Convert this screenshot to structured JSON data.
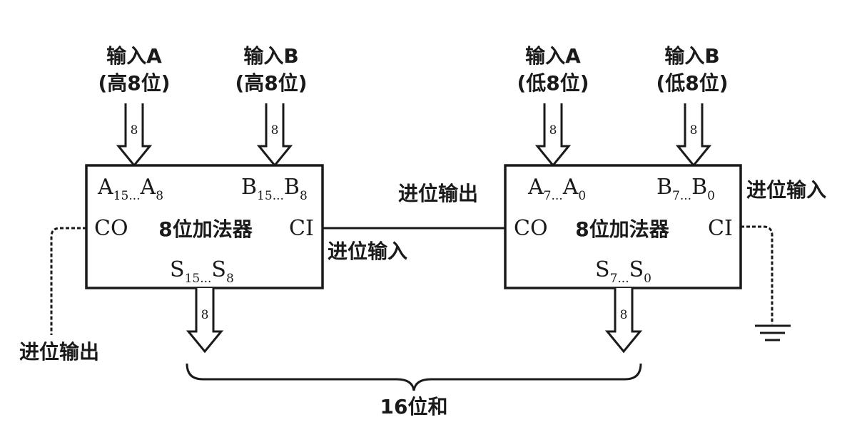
{
  "diagram": {
    "left_adder": {
      "title": "8位加法器",
      "pin_a": {
        "base": "A",
        "from": "15",
        "dots": "...",
        "end": "A",
        "to": "8"
      },
      "pin_b": {
        "base": "B",
        "from": "15",
        "dots": "...",
        "end": "B",
        "to": "8"
      },
      "pin_s": {
        "base": "S",
        "from": "15",
        "dots": "...",
        "end": "S",
        "to": "8"
      },
      "pin_co": "CO",
      "pin_ci": "CI"
    },
    "right_adder": {
      "title": "8位加法器",
      "pin_a": {
        "base": "A",
        "from": "7",
        "dots": "...",
        "end": "A",
        "to": "0"
      },
      "pin_b": {
        "base": "B",
        "from": "7",
        "dots": "...",
        "end": "B",
        "to": "0"
      },
      "pin_s": {
        "base": "S",
        "from": "7",
        "dots": "...",
        "end": "S",
        "to": "0"
      },
      "pin_co": "CO",
      "pin_ci": "CI"
    },
    "inputs": {
      "left_a": {
        "line1": "输入A",
        "line2": "(高8位)"
      },
      "left_b": {
        "line1": "输入B",
        "line2": "(高8位)"
      },
      "right_a": {
        "line1": "输入A",
        "line2": "(低8位)"
      },
      "right_b": {
        "line1": "输入B",
        "line2": "(低8位)"
      }
    },
    "bus_width": "8",
    "labels": {
      "carry_out_bottom_left": "进位输出",
      "carry_in_middle": "进位输入",
      "carry_out_middle": "进位输出",
      "carry_in_right": "进位输入",
      "sum": "16位和"
    }
  }
}
